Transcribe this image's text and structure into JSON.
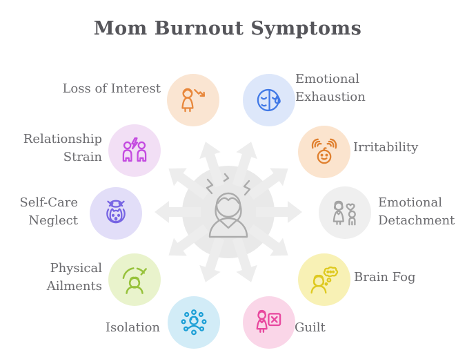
{
  "title": "Mom Burnout Symptoms",
  "center": {
    "icon": "stressed-mom-icon",
    "circle_color": "#E9E9E9",
    "arrow_color": "#EDEDED",
    "icon_stroke": "#ABABAB"
  },
  "symptoms": [
    {
      "label": "Loss of Interest",
      "icon": "declining-trend-woman-icon",
      "circle_color": "#FAE5D2",
      "icon_color": "#E8873B"
    },
    {
      "label": "Emotional Exhaustion",
      "icon": "tired-crying-face-icon",
      "circle_color": "#DDE7FA",
      "icon_color": "#4179E6"
    },
    {
      "label": "Irritability",
      "icon": "hands-over-baby-face-icon",
      "circle_color": "#FBE4CE",
      "icon_color": "#E0802F"
    },
    {
      "label": "Emotional Detachment",
      "icon": "mother-child-heart-icon",
      "circle_color": "#EFEFEF",
      "icon_color": "#A3A3A3"
    },
    {
      "label": "Brain Fog",
      "icon": "woman-thought-bubble-icon",
      "circle_color": "#F8F1B5",
      "icon_color": "#DEC920"
    },
    {
      "label": "Guilt",
      "icon": "woman-crossed-board-icon",
      "circle_color": "#FAD6E8",
      "icon_color": "#E8479E"
    },
    {
      "label": "Isolation",
      "icon": "person-surrounded-dots-icon",
      "circle_color": "#D2ECF7",
      "icon_color": "#1C9FD6"
    },
    {
      "label": "Physical Ailments",
      "icon": "pain-gauge-person-icon",
      "circle_color": "#E9F3CC",
      "icon_color": "#97C23C"
    },
    {
      "label": "Self-Care Neglect",
      "icon": "messy-bun-face-icon",
      "circle_color": "#E2DEF8",
      "icon_color": "#7765E3"
    },
    {
      "label": "Relationship Strain",
      "icon": "two-people-lightning-icon",
      "circle_color": "#F2DFF5",
      "icon_color": "#C44BE0"
    }
  ]
}
